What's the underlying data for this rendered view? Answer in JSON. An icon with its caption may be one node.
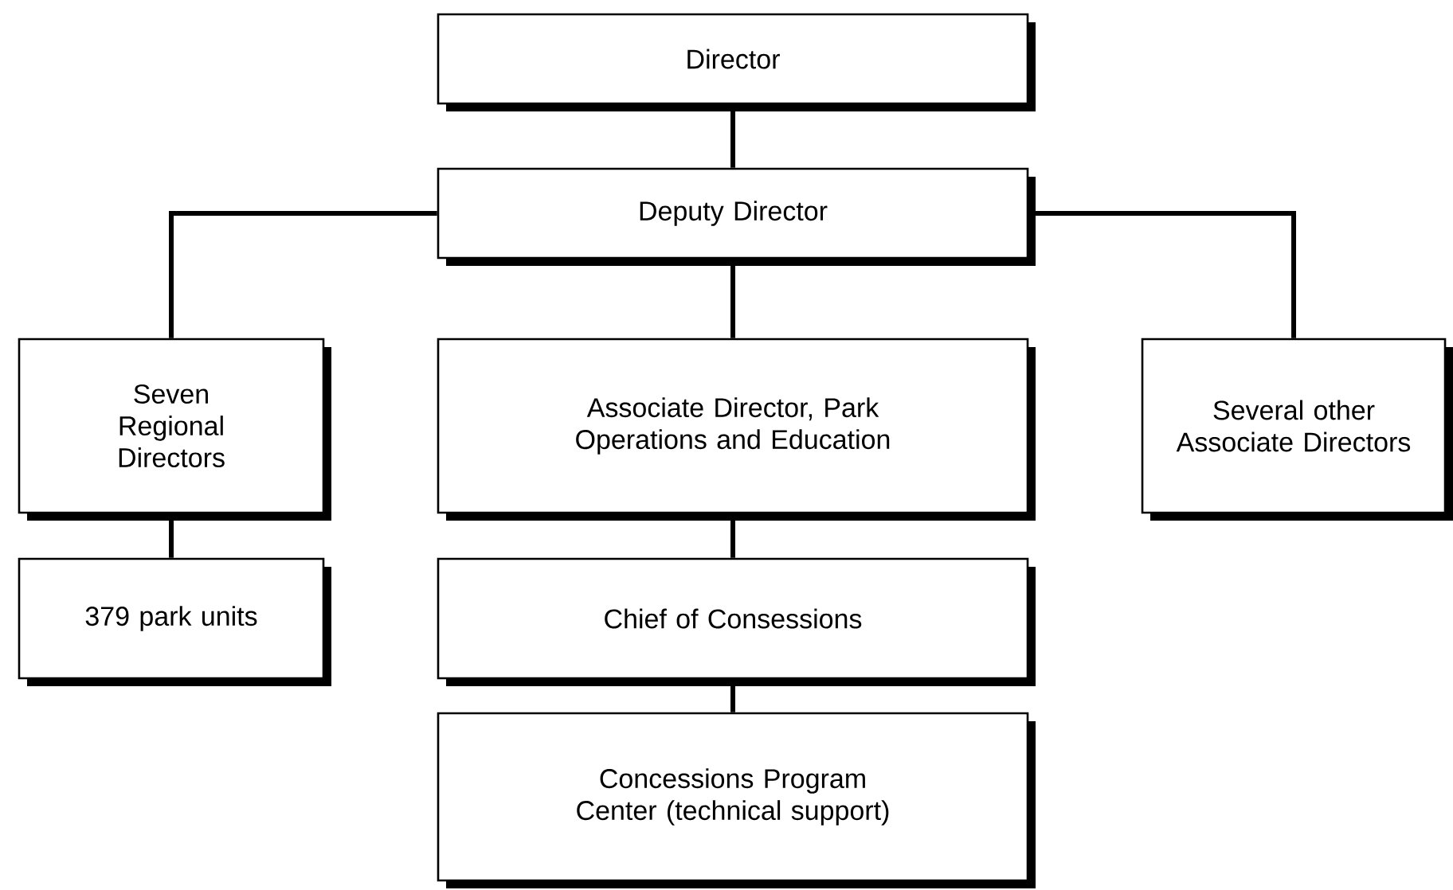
{
  "diagram": {
    "nodes": [
      {
        "text": [
          "Director"
        ]
      },
      {
        "text": [
          "Deputy Director"
        ]
      },
      {
        "text": [
          "Seven Regional Directors"
        ]
      },
      {
        "text": [
          "Associate Director, Park Operations and Education"
        ]
      },
      {
        "text": [
          "Several other Associate Directors"
        ]
      },
      {
        "text": [
          "379 park units"
        ]
      },
      {
        "text": [
          "Chief of Consessions"
        ]
      },
      {
        "text": [
          "Concessions Program Center (technical support)"
        ]
      }
    ],
    "edges": [
      {
        "from": 0,
        "to": 1,
        "arrow": "none"
      },
      {
        "from": 1,
        "to": 2,
        "arrow": "none"
      },
      {
        "from": 1,
        "to": 3,
        "arrow": "none"
      },
      {
        "from": 1,
        "to": 4,
        "arrow": "none"
      },
      {
        "from": 2,
        "to": 5,
        "arrow": "none"
      },
      {
        "from": 3,
        "to": 6,
        "arrow": "none"
      },
      {
        "from": 6,
        "to": 7,
        "arrow": "none"
      }
    ]
  }
}
